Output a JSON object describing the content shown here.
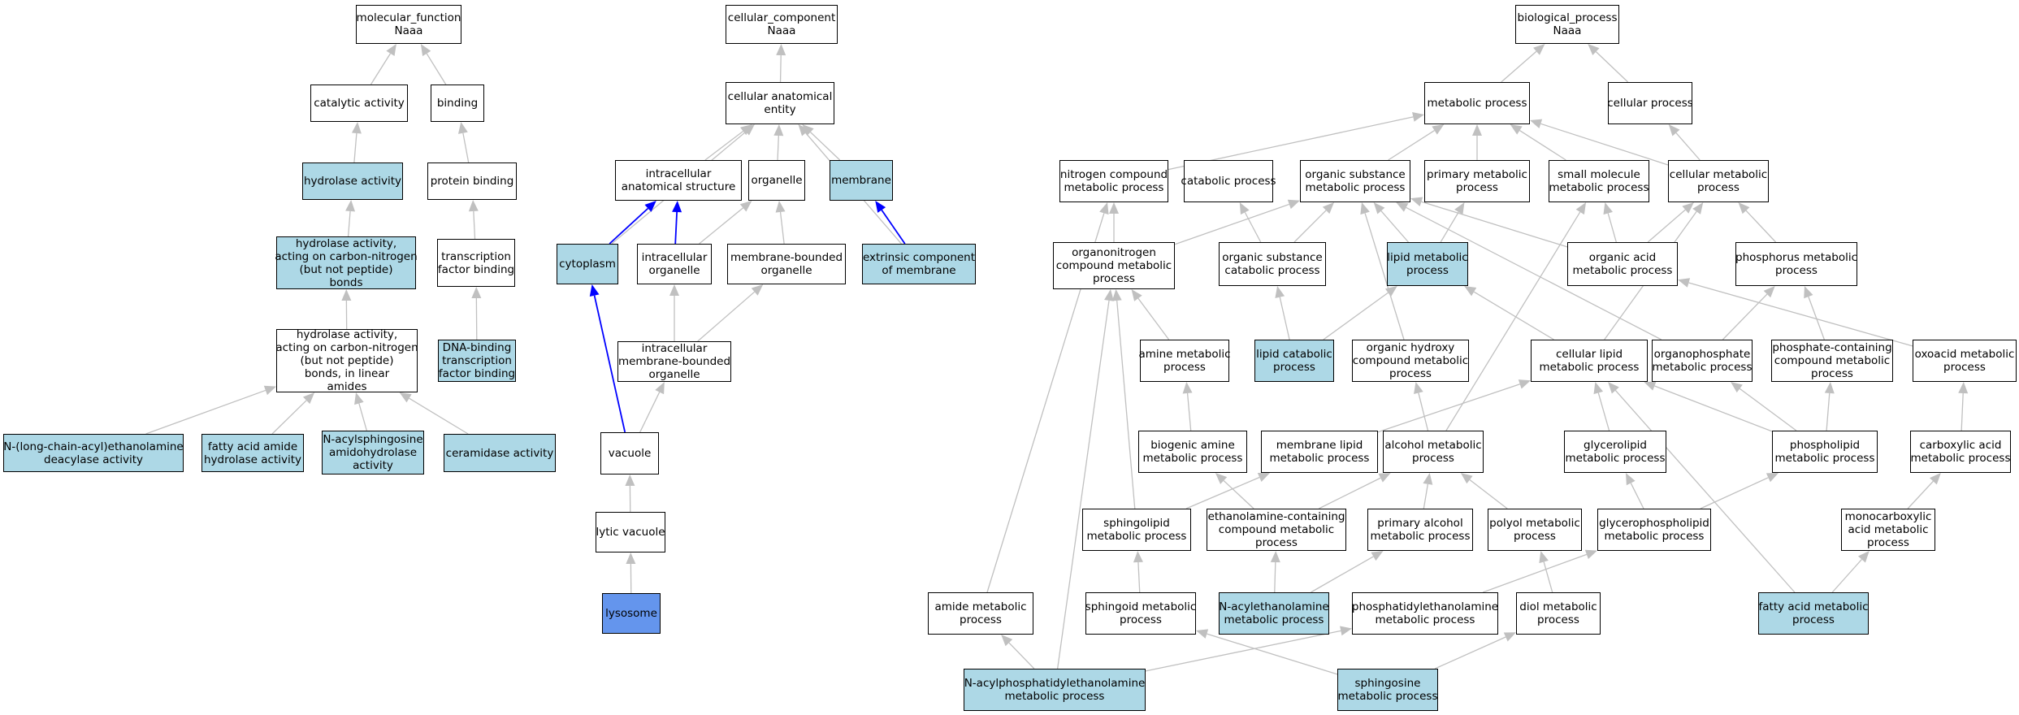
{
  "colors": {
    "default_fill": "#ffffff",
    "highlight_fill": "#add8e6",
    "focus_fill": "#6495ed",
    "edge_gray": "#c0c0c0",
    "edge_blue": "#0000ff"
  },
  "nodes": [
    {
      "id": "mf",
      "lines": [
        "molecular_function",
        "Naaa"
      ],
      "fill": "default"
    },
    {
      "id": "catalytic",
      "lines": [
        "catalytic activity"
      ],
      "fill": "default"
    },
    {
      "id": "binding",
      "lines": [
        "binding"
      ],
      "fill": "default"
    },
    {
      "id": "hydrolase",
      "lines": [
        "hydrolase activity"
      ],
      "fill": "highlight"
    },
    {
      "id": "protein_binding",
      "lines": [
        "protein binding"
      ],
      "fill": "default"
    },
    {
      "id": "hydrolase_cn",
      "lines": [
        "hydrolase activity,",
        "acting on carbon-nitrogen",
        "(but not peptide)",
        "bonds"
      ],
      "fill": "highlight"
    },
    {
      "id": "tf_binding",
      "lines": [
        "transcription",
        "factor binding"
      ],
      "fill": "default"
    },
    {
      "id": "hydrolase_linear",
      "lines": [
        "hydrolase activity,",
        "acting on carbon-nitrogen",
        "(but not peptide)",
        "bonds, in linear",
        "amides"
      ],
      "fill": "default"
    },
    {
      "id": "dna_tf_binding",
      "lines": [
        "DNA-binding",
        "transcription",
        "factor binding"
      ],
      "fill": "highlight"
    },
    {
      "id": "nacyl_deacylase",
      "lines": [
        "N-(long-chain-acyl)ethanolamine",
        "deacylase activity"
      ],
      "fill": "highlight"
    },
    {
      "id": "fatty_amide",
      "lines": [
        "fatty acid amide",
        "hydrolase activity"
      ],
      "fill": "highlight"
    },
    {
      "id": "nacylsphingosine",
      "lines": [
        "N-acylsphingosine",
        "amidohydrolase",
        "activity"
      ],
      "fill": "highlight"
    },
    {
      "id": "ceramidase",
      "lines": [
        "ceramidase activity"
      ],
      "fill": "highlight"
    },
    {
      "id": "cc",
      "lines": [
        "cellular_component",
        "Naaa"
      ],
      "fill": "default"
    },
    {
      "id": "cae",
      "lines": [
        "cellular anatomical",
        "entity"
      ],
      "fill": "default"
    },
    {
      "id": "ias",
      "lines": [
        "intracellular",
        "anatomical structure"
      ],
      "fill": "default"
    },
    {
      "id": "organelle",
      "lines": [
        "organelle"
      ],
      "fill": "default"
    },
    {
      "id": "membrane",
      "lines": [
        "membrane"
      ],
      "fill": "highlight"
    },
    {
      "id": "cytoplasm",
      "lines": [
        "cytoplasm"
      ],
      "fill": "highlight"
    },
    {
      "id": "io",
      "lines": [
        "intracellular",
        "organelle"
      ],
      "fill": "default"
    },
    {
      "id": "mbo",
      "lines": [
        "membrane-bounded",
        "organelle"
      ],
      "fill": "default"
    },
    {
      "id": "ecm",
      "lines": [
        "extrinsic component",
        "of membrane"
      ],
      "fill": "highlight"
    },
    {
      "id": "imbo",
      "lines": [
        "intracellular",
        "membrane-bounded",
        "organelle"
      ],
      "fill": "default"
    },
    {
      "id": "vacuole",
      "lines": [
        "vacuole"
      ],
      "fill": "default"
    },
    {
      "id": "lytic_vacuole",
      "lines": [
        "lytic vacuole"
      ],
      "fill": "default"
    },
    {
      "id": "lysosome",
      "lines": [
        "lysosome"
      ],
      "fill": "focus"
    },
    {
      "id": "bp",
      "lines": [
        "biological_process",
        "Naaa"
      ],
      "fill": "default"
    },
    {
      "id": "metabolic",
      "lines": [
        "metabolic process"
      ],
      "fill": "default"
    },
    {
      "id": "cellular_process",
      "lines": [
        "cellular process"
      ],
      "fill": "default"
    },
    {
      "id": "ncmp",
      "lines": [
        "nitrogen compound",
        "metabolic process"
      ],
      "fill": "default"
    },
    {
      "id": "catabolic",
      "lines": [
        "catabolic process"
      ],
      "fill": "default"
    },
    {
      "id": "osmp",
      "lines": [
        "organic substance",
        "metabolic process"
      ],
      "fill": "default"
    },
    {
      "id": "primary",
      "lines": [
        "primary metabolic",
        "process"
      ],
      "fill": "default"
    },
    {
      "id": "smmp",
      "lines": [
        "small molecule",
        "metabolic process"
      ],
      "fill": "default"
    },
    {
      "id": "cmp",
      "lines": [
        "cellular metabolic",
        "process"
      ],
      "fill": "default"
    },
    {
      "id": "oncmp",
      "lines": [
        "organonitrogen",
        "compound metabolic",
        "process"
      ],
      "fill": "default"
    },
    {
      "id": "oscp",
      "lines": [
        "organic substance",
        "catabolic process"
      ],
      "fill": "default"
    },
    {
      "id": "lmp",
      "lines": [
        "lipid metabolic",
        "process"
      ],
      "fill": "highlight"
    },
    {
      "id": "oamp",
      "lines": [
        "organic acid",
        "metabolic process"
      ],
      "fill": "default"
    },
    {
      "id": "pmp",
      "lines": [
        "phosphorus metabolic",
        "process"
      ],
      "fill": "default"
    },
    {
      "id": "amine",
      "lines": [
        "amine metabolic",
        "process"
      ],
      "fill": "default"
    },
    {
      "id": "lcp",
      "lines": [
        "lipid catabolic",
        "process"
      ],
      "fill": "highlight"
    },
    {
      "id": "ohcmp",
      "lines": [
        "organic hydroxy",
        "compound metabolic",
        "process"
      ],
      "fill": "default"
    },
    {
      "id": "clmp",
      "lines": [
        "cellular lipid",
        "metabolic process"
      ],
      "fill": "default"
    },
    {
      "id": "opmp",
      "lines": [
        "organophosphate",
        "metabolic process"
      ],
      "fill": "default"
    },
    {
      "id": "pcmp",
      "lines": [
        "phosphate-containing",
        "compound metabolic",
        "process"
      ],
      "fill": "default"
    },
    {
      "id": "oxoacid",
      "lines": [
        "oxoacid metabolic",
        "process"
      ],
      "fill": "default"
    },
    {
      "id": "biogenic",
      "lines": [
        "biogenic amine",
        "metabolic process"
      ],
      "fill": "default"
    },
    {
      "id": "mlmp",
      "lines": [
        "membrane lipid",
        "metabolic process"
      ],
      "fill": "default"
    },
    {
      "id": "alcohol",
      "lines": [
        "alcohol metabolic",
        "process"
      ],
      "fill": "default"
    },
    {
      "id": "glmp",
      "lines": [
        "glycerolipid",
        "metabolic process"
      ],
      "fill": "default"
    },
    {
      "id": "phmp",
      "lines": [
        "phospholipid",
        "metabolic process"
      ],
      "fill": "default"
    },
    {
      "id": "camp",
      "lines": [
        "carboxylic acid",
        "metabolic process"
      ],
      "fill": "default"
    },
    {
      "id": "splmp",
      "lines": [
        "sphingolipid",
        "metabolic process"
      ],
      "fill": "default"
    },
    {
      "id": "eccmp",
      "lines": [
        "ethanolamine-containing",
        "compound metabolic",
        "process"
      ],
      "fill": "default"
    },
    {
      "id": "pamp",
      "lines": [
        "primary alcohol",
        "metabolic process"
      ],
      "fill": "default"
    },
    {
      "id": "polyol",
      "lines": [
        "polyol metabolic",
        "process"
      ],
      "fill": "default"
    },
    {
      "id": "gpmp",
      "lines": [
        "glycerophospholipid",
        "metabolic process"
      ],
      "fill": "default"
    },
    {
      "id": "mcamp",
      "lines": [
        "monocarboxylic",
        "acid metabolic",
        "process"
      ],
      "fill": "default"
    },
    {
      "id": "amide",
      "lines": [
        "amide metabolic",
        "process"
      ],
      "fill": "default"
    },
    {
      "id": "sgmp",
      "lines": [
        "sphingoid metabolic",
        "process"
      ],
      "fill": "default"
    },
    {
      "id": "naemp",
      "lines": [
        "N-acylethanolamine",
        "metabolic process"
      ],
      "fill": "highlight"
    },
    {
      "id": "pemp",
      "lines": [
        "phosphatidylethanolamine",
        "metabolic process"
      ],
      "fill": "default"
    },
    {
      "id": "diol",
      "lines": [
        "diol metabolic",
        "process"
      ],
      "fill": "default"
    },
    {
      "id": "famp",
      "lines": [
        "fatty acid metabolic",
        "process"
      ],
      "fill": "highlight"
    },
    {
      "id": "napemp",
      "lines": [
        "N-acylphosphatidylethanolamine",
        "metabolic process"
      ],
      "fill": "highlight"
    },
    {
      "id": "sphmp",
      "lines": [
        "sphingosine",
        "metabolic process"
      ],
      "fill": "highlight"
    }
  ],
  "edges": [
    [
      "catalytic",
      "mf",
      "gray"
    ],
    [
      "binding",
      "mf",
      "gray"
    ],
    [
      "hydrolase",
      "catalytic",
      "gray"
    ],
    [
      "protein_binding",
      "binding",
      "gray"
    ],
    [
      "hydrolase_cn",
      "hydrolase",
      "gray"
    ],
    [
      "tf_binding",
      "protein_binding",
      "gray"
    ],
    [
      "hydrolase_linear",
      "hydrolase_cn",
      "gray"
    ],
    [
      "dna_tf_binding",
      "tf_binding",
      "gray"
    ],
    [
      "nacyl_deacylase",
      "hydrolase_linear",
      "gray"
    ],
    [
      "fatty_amide",
      "hydrolase_linear",
      "gray"
    ],
    [
      "nacylsphingosine",
      "hydrolase_linear",
      "gray"
    ],
    [
      "ceramidase",
      "hydrolase_linear",
      "gray"
    ],
    [
      "cae",
      "cc",
      "gray"
    ],
    [
      "ias",
      "cae",
      "gray"
    ],
    [
      "organelle",
      "cae",
      "gray"
    ],
    [
      "membrane",
      "cae",
      "gray"
    ],
    [
      "cytoplasm",
      "cae",
      "gray"
    ],
    [
      "ecm",
      "cae",
      "gray"
    ],
    [
      "cytoplasm",
      "ias",
      "blue"
    ],
    [
      "io",
      "ias",
      "blue"
    ],
    [
      "io",
      "organelle",
      "gray"
    ],
    [
      "mbo",
      "organelle",
      "gray"
    ],
    [
      "ecm",
      "membrane",
      "blue"
    ],
    [
      "imbo",
      "io",
      "gray"
    ],
    [
      "imbo",
      "mbo",
      "gray"
    ],
    [
      "vacuole",
      "imbo",
      "gray"
    ],
    [
      "vacuole",
      "cytoplasm",
      "blue"
    ],
    [
      "lytic_vacuole",
      "vacuole",
      "gray"
    ],
    [
      "lysosome",
      "lytic_vacuole",
      "gray"
    ],
    [
      "metabolic",
      "bp",
      "gray"
    ],
    [
      "cellular_process",
      "bp",
      "gray"
    ],
    [
      "ncmp",
      "metabolic",
      "gray"
    ],
    [
      "osmp",
      "metabolic",
      "gray"
    ],
    [
      "primary",
      "metabolic",
      "gray"
    ],
    [
      "smmp",
      "metabolic",
      "gray"
    ],
    [
      "cmp",
      "metabolic",
      "gray"
    ],
    [
      "cmp",
      "cellular_process",
      "gray"
    ],
    [
      "oncmp",
      "ncmp",
      "gray"
    ],
    [
      "oncmp",
      "osmp",
      "gray"
    ],
    [
      "oscp",
      "catabolic",
      "gray"
    ],
    [
      "oscp",
      "osmp",
      "gray"
    ],
    [
      "lmp",
      "osmp",
      "gray"
    ],
    [
      "lmp",
      "primary",
      "gray"
    ],
    [
      "oamp",
      "osmp",
      "gray"
    ],
    [
      "oamp",
      "smmp",
      "gray"
    ],
    [
      "oamp",
      "cmp",
      "gray"
    ],
    [
      "pmp",
      "cmp",
      "gray"
    ],
    [
      "amine",
      "oncmp",
      "gray"
    ],
    [
      "lcp",
      "oscp",
      "gray"
    ],
    [
      "lcp",
      "lmp",
      "gray"
    ],
    [
      "ohcmp",
      "osmp",
      "gray"
    ],
    [
      "clmp",
      "lmp",
      "gray"
    ],
    [
      "clmp",
      "cmp",
      "gray"
    ],
    [
      "opmp",
      "osmp",
      "gray"
    ],
    [
      "opmp",
      "pmp",
      "gray"
    ],
    [
      "pcmp",
      "pmp",
      "gray"
    ],
    [
      "oxoacid",
      "oamp",
      "gray"
    ],
    [
      "biogenic",
      "amine",
      "gray"
    ],
    [
      "mlmp",
      "clmp",
      "gray"
    ],
    [
      "alcohol",
      "ohcmp",
      "gray"
    ],
    [
      "alcohol",
      "smmp",
      "gray"
    ],
    [
      "glmp",
      "clmp",
      "gray"
    ],
    [
      "phmp",
      "clmp",
      "gray"
    ],
    [
      "phmp",
      "opmp",
      "gray"
    ],
    [
      "phmp",
      "pcmp",
      "gray"
    ],
    [
      "camp",
      "oxoacid",
      "gray"
    ],
    [
      "splmp",
      "oncmp",
      "gray"
    ],
    [
      "splmp",
      "mlmp",
      "gray"
    ],
    [
      "eccmp",
      "biogenic",
      "gray"
    ],
    [
      "eccmp",
      "alcohol",
      "gray"
    ],
    [
      "pamp",
      "alcohol",
      "gray"
    ],
    [
      "polyol",
      "alcohol",
      "gray"
    ],
    [
      "gpmp",
      "glmp",
      "gray"
    ],
    [
      "gpmp",
      "phmp",
      "gray"
    ],
    [
      "mcamp",
      "camp",
      "gray"
    ],
    [
      "amide",
      "ncmp",
      "gray"
    ],
    [
      "sgmp",
      "splmp",
      "gray"
    ],
    [
      "naemp",
      "eccmp",
      "gray"
    ],
    [
      "naemp",
      "pamp",
      "gray"
    ],
    [
      "pemp",
      "gpmp",
      "gray"
    ],
    [
      "diol",
      "polyol",
      "gray"
    ],
    [
      "famp",
      "mcamp",
      "gray"
    ],
    [
      "famp",
      "clmp",
      "gray"
    ],
    [
      "napemp",
      "amide",
      "gray"
    ],
    [
      "napemp",
      "oncmp",
      "gray"
    ],
    [
      "napemp",
      "pemp",
      "gray"
    ],
    [
      "sphmp",
      "sgmp",
      "gray"
    ],
    [
      "sphmp",
      "diol",
      "gray"
    ]
  ]
}
